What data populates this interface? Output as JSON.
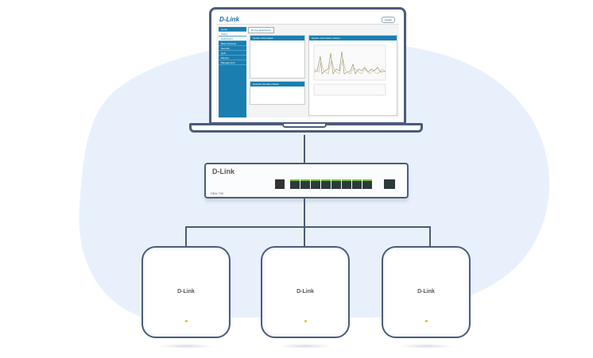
{
  "brand": "D-Link",
  "dashboard": {
    "logout": "Logout",
    "menu": [
      "Home",
      "Status",
      "Dashboard",
      "Basic Network",
      "Security",
      "QoS",
      "Monitor",
      "Management"
    ],
    "tab": "Device Dashboard",
    "panels": {
      "system_info": "System Information",
      "history": "System Information History",
      "network": "Network Interface Status"
    }
  },
  "switch": {
    "model": "DBA-700"
  },
  "access_points": [
    {
      "label": "D-Link"
    },
    {
      "label": "D-Link"
    },
    {
      "label": "D-Link"
    }
  ],
  "colors": {
    "frame": "#4b5b7d",
    "accent": "#1a7fb0",
    "background": "#e8f1fb",
    "led": "#e6c020",
    "port_led": "#7ac043"
  }
}
